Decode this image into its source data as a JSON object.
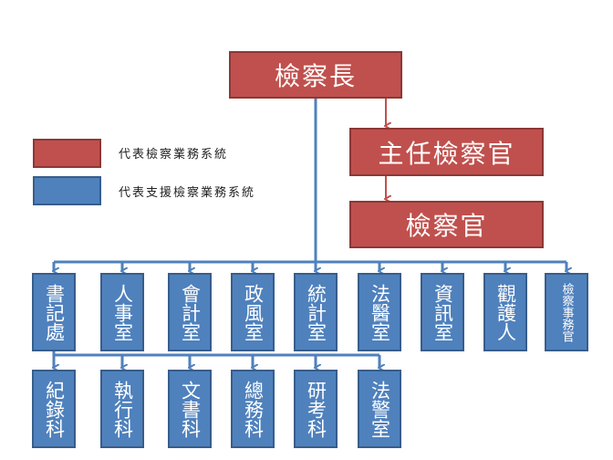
{
  "colors": {
    "business": "#c0504d",
    "support": "#4f81bd"
  },
  "top": {
    "chief": "檢察長",
    "chief_prosecutor": "主任檢察官",
    "prosecutor": "檢察官"
  },
  "legend": {
    "red_label": "代表檢察業務系統",
    "blue_label": "代表支援檢察業務系統"
  },
  "row1": [
    "書記處",
    "人事室",
    "會計室",
    "政風室",
    "統計室",
    "法醫室",
    "資訊室",
    "觀護人",
    "檢察事務官"
  ],
  "row2": [
    "紀錄科",
    "執行科",
    "文書科",
    "總務科",
    "研考科",
    "法警室"
  ]
}
